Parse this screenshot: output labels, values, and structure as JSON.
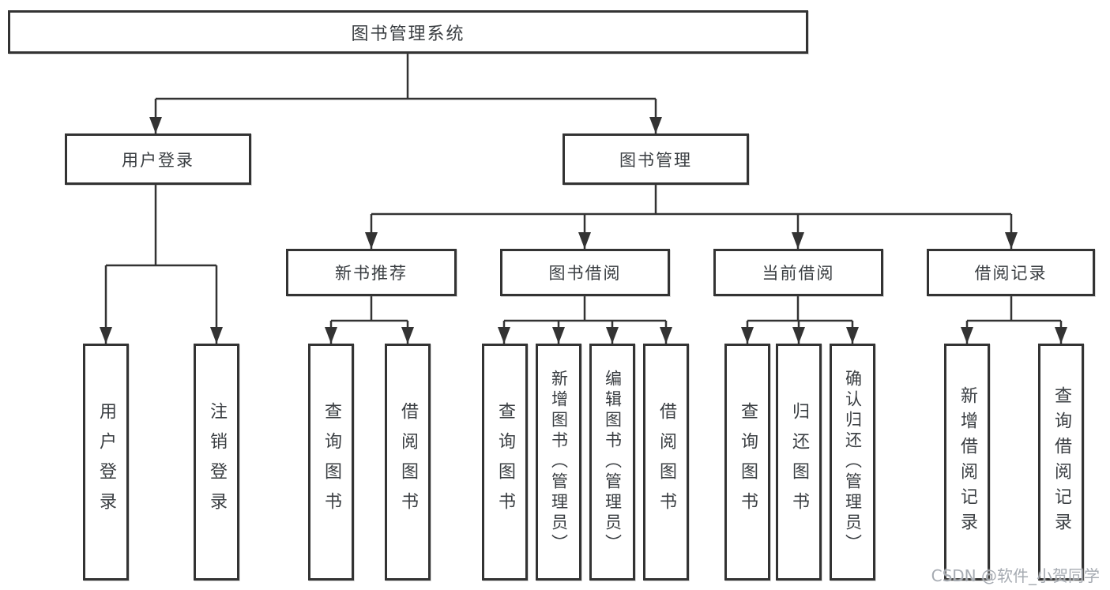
{
  "diagram": {
    "title_node": {
      "label": "图书管理系统"
    },
    "level2": [
      {
        "label": "用户登录"
      },
      {
        "label": "图书管理"
      }
    ],
    "level3": [
      {
        "label": "新书推荐"
      },
      {
        "label": "图书借阅"
      },
      {
        "label": "当前借阅"
      },
      {
        "label": "借阅记录"
      }
    ],
    "leaves": [
      {
        "label": "用户登录",
        "parent": "用户登录"
      },
      {
        "label": "注销登录",
        "parent": "用户登录"
      },
      {
        "label": "查询图书",
        "parent": "新书推荐"
      },
      {
        "label": "借阅图书",
        "parent": "新书推荐"
      },
      {
        "label": "查询图书",
        "parent": "图书借阅"
      },
      {
        "label": "新增图书（管理员）",
        "parent": "图书借阅"
      },
      {
        "label": "编辑图书（管理员）",
        "parent": "图书借阅"
      },
      {
        "label": "借阅图书",
        "parent": "图书借阅"
      },
      {
        "label": "查询图书",
        "parent": "当前借阅"
      },
      {
        "label": "归还图书",
        "parent": "当前借阅"
      },
      {
        "label": "确认归还（管理员）",
        "parent": "当前借阅"
      },
      {
        "label": "新增借阅记录",
        "parent": "借阅记录"
      },
      {
        "label": "查询借阅记录",
        "parent": "借阅记录"
      }
    ]
  },
  "watermark": {
    "text": "CSDN @软件_小贺同学"
  },
  "colors": {
    "line": "#333333",
    "text": "#3a3e42",
    "watermark": "#a6abb2",
    "bg": "#ffffff"
  }
}
